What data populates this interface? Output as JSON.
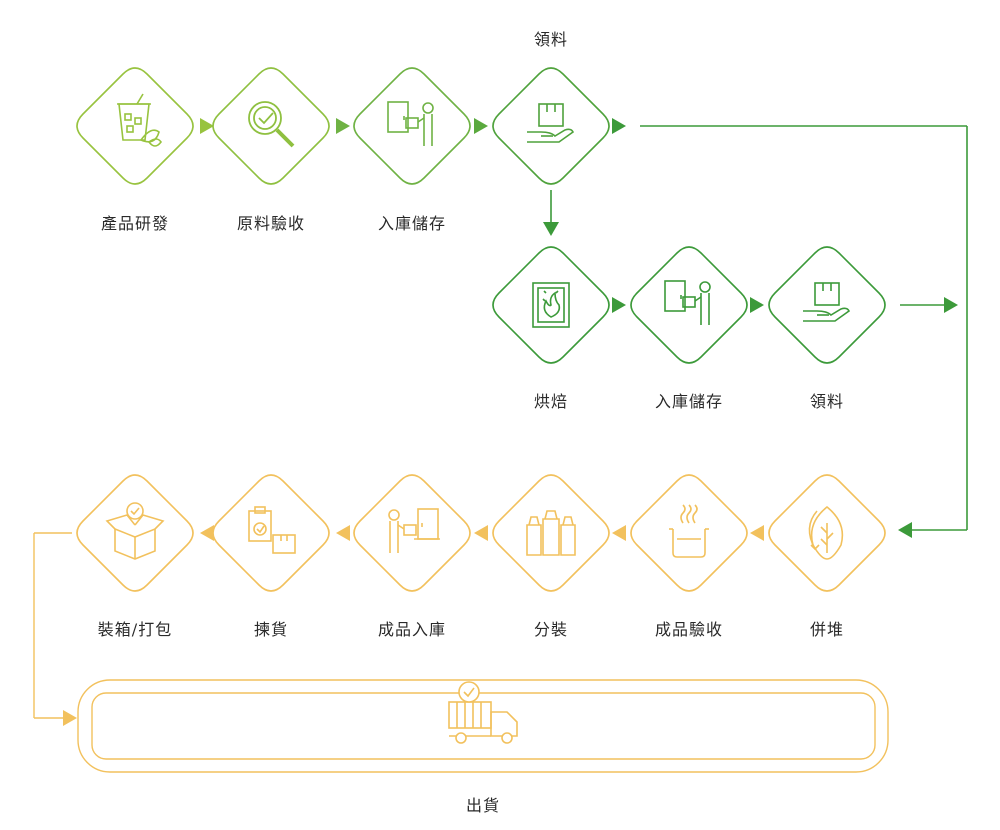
{
  "colors": {
    "green_light": "#98c33f",
    "green_mid": "#6fb244",
    "green_dark": "#3c9a3a",
    "yellow": "#f2c15d",
    "text": "#2a2a2a"
  },
  "labels": {
    "top_title": "領料",
    "s1": "產品研發",
    "s2": "原料驗收",
    "s3": "入庫儲存",
    "s5": "烘焙",
    "s6": "入庫儲存",
    "s7": "領料",
    "s8": "裝箱/打包",
    "s9": "揀貨",
    "s10": "成品入庫",
    "s11": "分裝",
    "s12": "成品驗收",
    "s13": "併堆",
    "ship": "出貨"
  },
  "icons": {
    "s1": "drink-cup-leaf-icon",
    "s2": "magnifier-check-icon",
    "s3": "warehouse-worker-icon",
    "s4": "hand-box-icon",
    "s5": "oven-flame-icon",
    "s6": "warehouse-worker-icon",
    "s7": "hand-box-icon",
    "s8": "open-box-check-icon",
    "s9": "clipboard-box-icon",
    "s10": "worker-door-icon",
    "s11": "coffee-bags-icon",
    "s12": "steaming-beaker-icon",
    "s13": "leaf-cycle-icon",
    "ship": "delivery-truck-check-icon"
  }
}
